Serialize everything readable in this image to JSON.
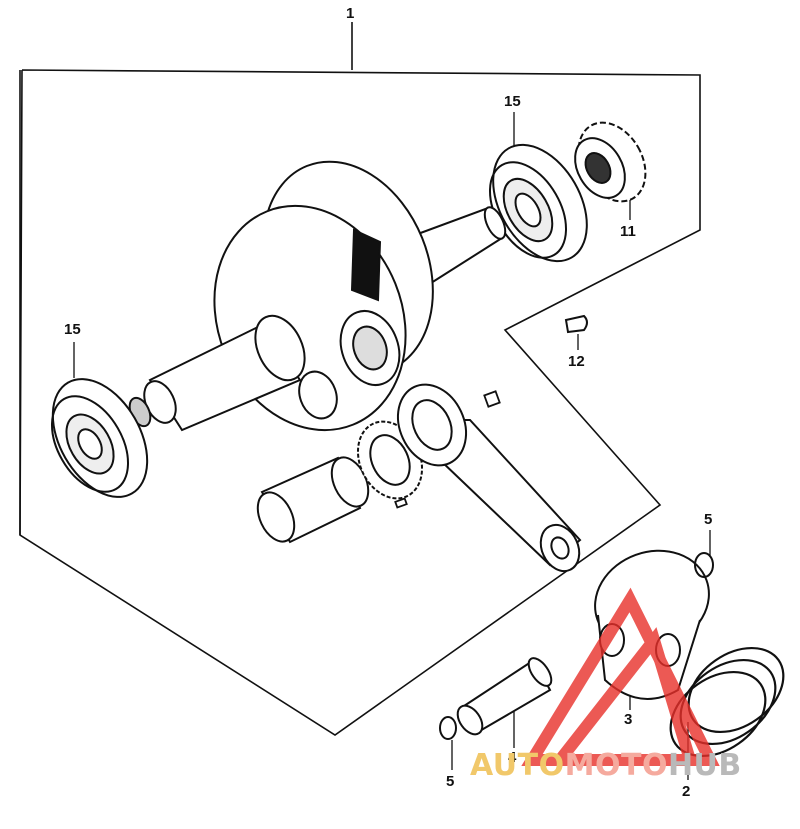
{
  "callouts": {
    "assembly": "1",
    "rings": "2",
    "piston": "3",
    "pin": "4",
    "clip_right": "5",
    "clip_left": "5",
    "sprocket": "11",
    "key": "12",
    "bearing_right": "15",
    "bearing_left": "15"
  },
  "watermark": {
    "part1": "AUTO",
    "part2": "MOTO",
    "part3": "HUB"
  },
  "colors": {
    "line": "#111111",
    "watermark_red": "#e8302a",
    "watermark_yellow": "#f1c86a",
    "watermark_grey": "#b9b9b9"
  }
}
